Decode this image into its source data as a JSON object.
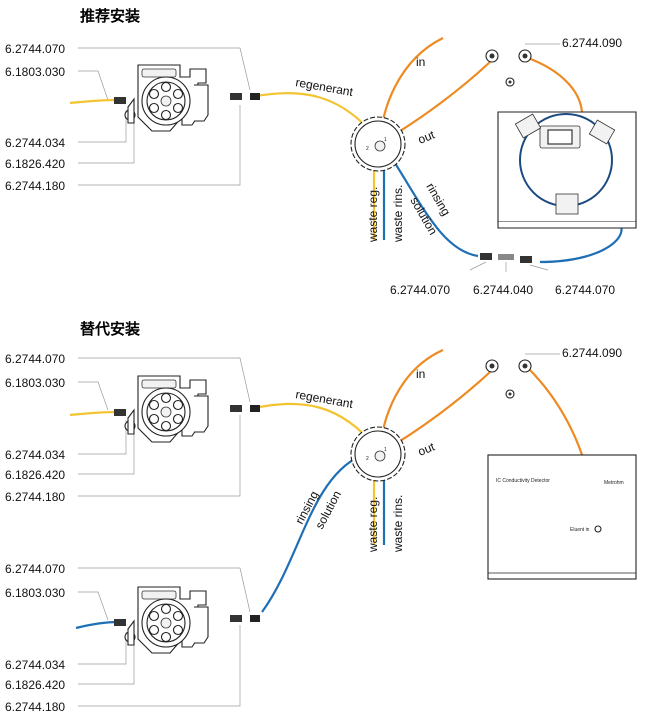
{
  "sections": {
    "recommended": {
      "title": "推荐安装"
    },
    "alternative": {
      "title": "替代安装"
    }
  },
  "part_numbers": {
    "p070": "6.2744.070",
    "p030": "6.1803.030",
    "p034": "6.2744.034",
    "p420": "6.1826.420",
    "p180": "6.2744.180",
    "p090": "6.2744.090",
    "p040": "6.2744.040"
  },
  "labels": {
    "regenerant": "regenerant",
    "in": "in",
    "out": "out",
    "waste_reg": "waste reg.",
    "waste_rins": "waste rins.",
    "rinsing": "rinsing",
    "solution": "solution"
  },
  "detector": {
    "name": "IC Conductivity Detector",
    "brand": "Metrohm",
    "port": "Eluent in"
  },
  "colors": {
    "yellow_tube": "#f4c430",
    "orange_tube": "#ee8a22",
    "blue_tube": "#1f6fb5"
  }
}
